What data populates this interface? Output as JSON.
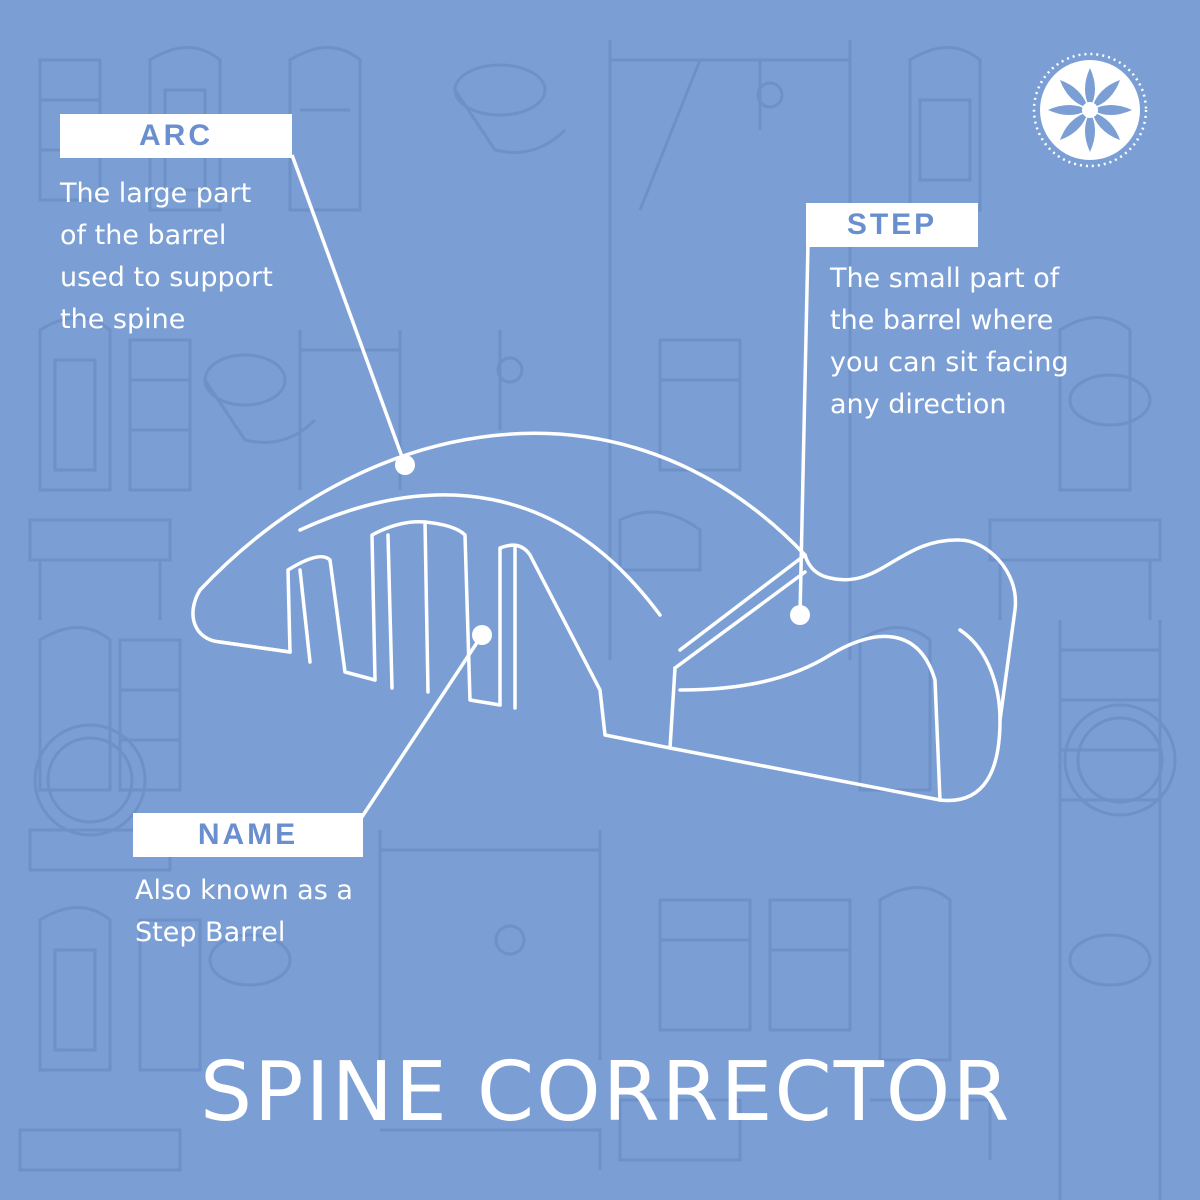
{
  "title": "SPINE CORRECTOR",
  "colors": {
    "background": "#7b9fd4",
    "pattern": "#6b8fc6",
    "line": "#ffffff",
    "label_text": "#6a8fcf"
  },
  "callouts": {
    "arc": {
      "label": "ARC",
      "description": "The large part\nof the barrel\nused to support\nthe spine"
    },
    "step": {
      "label": "STEP",
      "description": "The small part of\nthe barrel where\nyou can sit facing\nany direction"
    },
    "name": {
      "label": "NAME",
      "description": "Also known as a\nStep Barrel"
    }
  },
  "logo": {
    "icon": "lotus-flower-icon"
  }
}
